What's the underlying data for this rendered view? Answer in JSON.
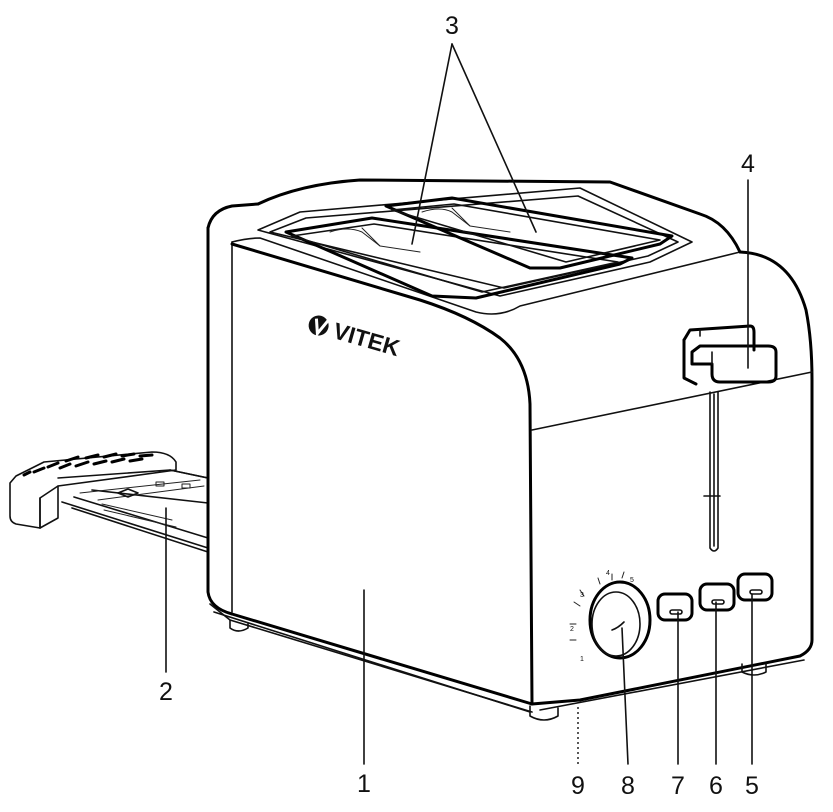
{
  "brand": {
    "name": "VITEK"
  },
  "callouts": [
    {
      "id": "1",
      "label": "1"
    },
    {
      "id": "2",
      "label": "2"
    },
    {
      "id": "3",
      "label": "3"
    },
    {
      "id": "4",
      "label": "4"
    },
    {
      "id": "5",
      "label": "5"
    },
    {
      "id": "6",
      "label": "6"
    },
    {
      "id": "7",
      "label": "7"
    },
    {
      "id": "8",
      "label": "8"
    },
    {
      "id": "9",
      "label": "9"
    }
  ],
  "dial_scale": [
    "1",
    "2",
    "3",
    "4",
    "5"
  ]
}
